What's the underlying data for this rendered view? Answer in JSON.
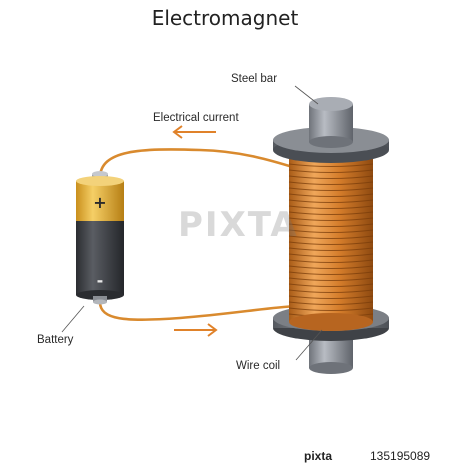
{
  "title": "Electromagnet",
  "labels": {
    "steel_bar": "Steel bar",
    "current": "Electrical current",
    "battery": "Battery",
    "wire_coil": "Wire coil"
  },
  "battery": {
    "positive": "+",
    "negative": "-"
  },
  "watermark": {
    "text": "PIXTA"
  },
  "footer": {
    "logo": "pixta",
    "image_id": "135195089"
  },
  "colors": {
    "wire": "#d98a2e",
    "coil": "#c9772a",
    "steel": "#8c9097",
    "battery_top": "#e7b63c",
    "battery_body": "#3b3e44",
    "arrow": "#e0822a"
  }
}
